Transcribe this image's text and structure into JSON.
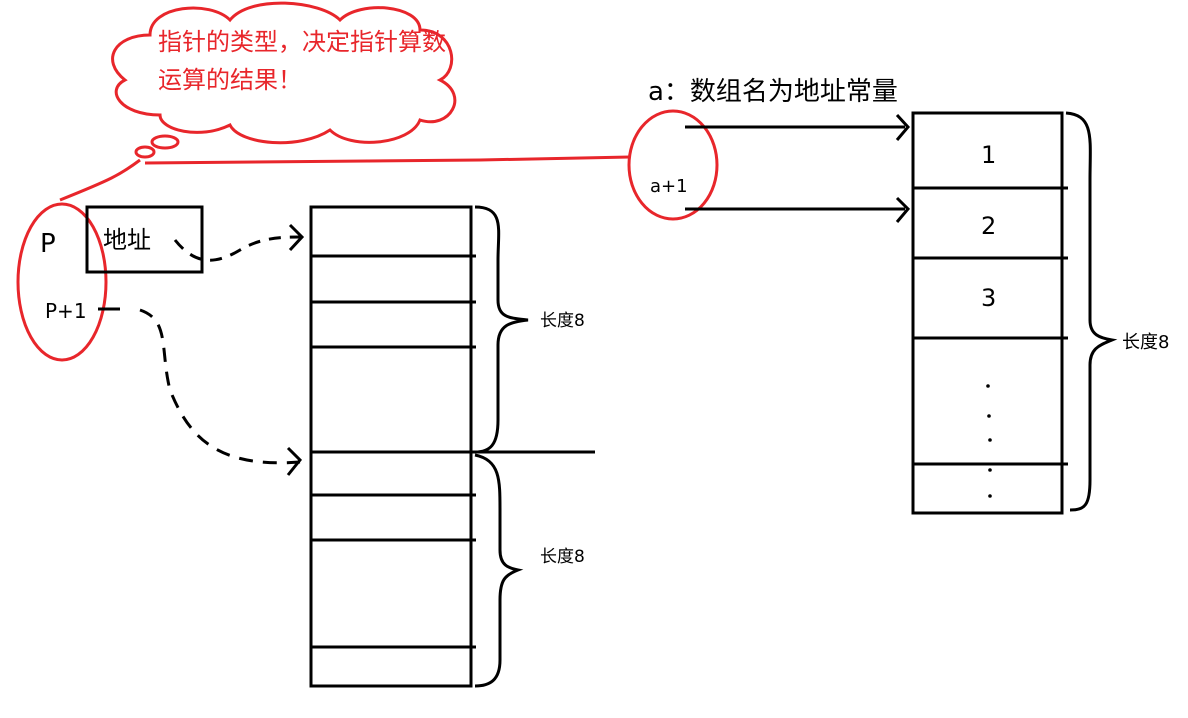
{
  "note": {
    "line1": "指针的类型，决定指针算数",
    "line2": "运算的结果！"
  },
  "pointer": {
    "p_label": "P",
    "box_label": "地址",
    "p_plus_one": "P+1"
  },
  "array": {
    "title": "a：数组名为地址常量",
    "a_plus_one": "a+1",
    "cells": [
      "1",
      "2",
      "3"
    ],
    "length_label": "长度8"
  },
  "left_memory": {
    "length_label_1": "长度8",
    "length_label_2": "长度8"
  },
  "colors": {
    "annotation": "#e8262b",
    "ink": "#000000"
  }
}
